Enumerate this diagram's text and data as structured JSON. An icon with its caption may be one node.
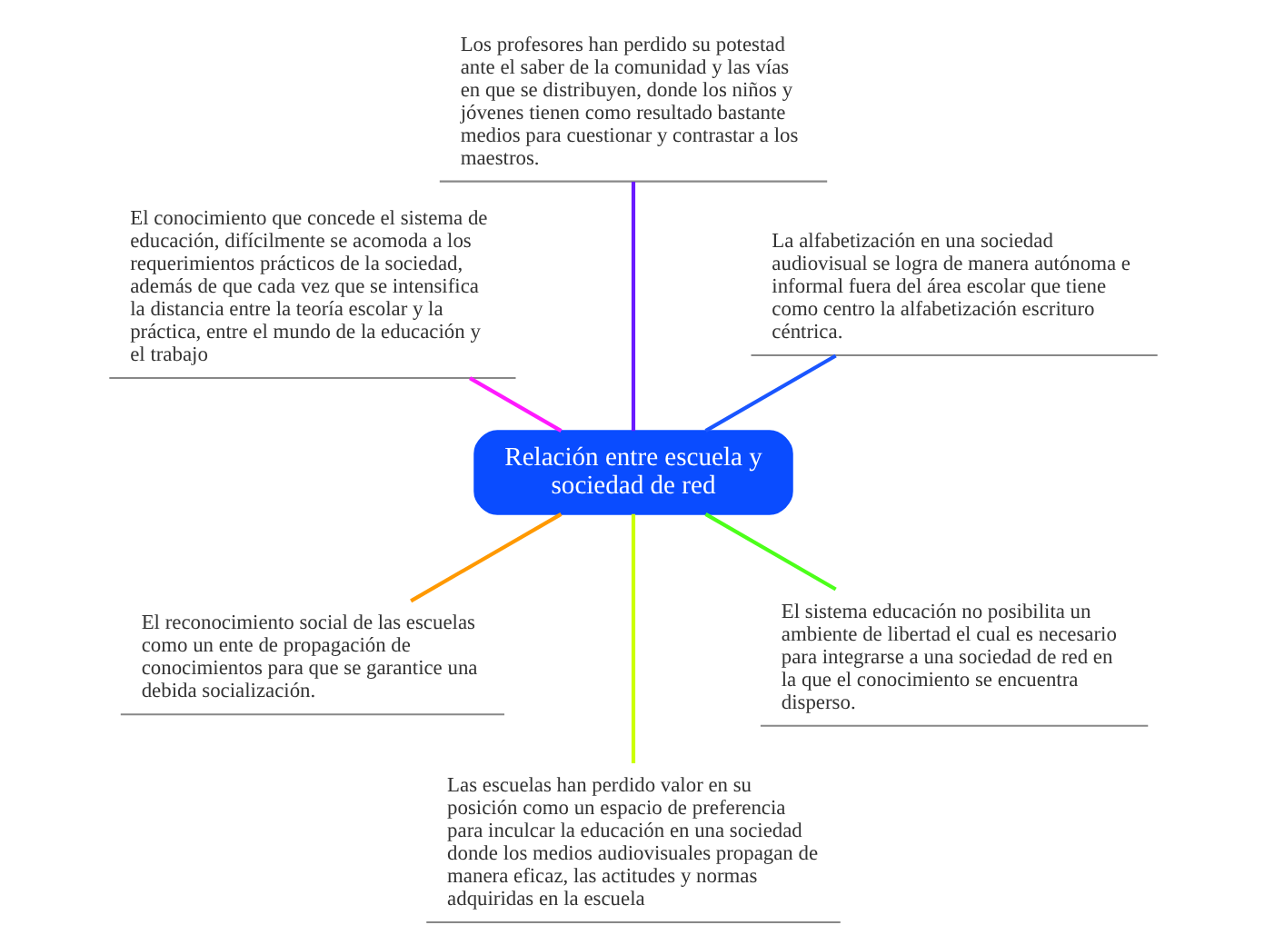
{
  "diagram": {
    "nodes": [
      {
        "text": [
          "Relación entre escuela y sociedad de red"
        ]
      },
      {
        "text": [
          "La alfabetización en una sociedad audiovisual se logra de manera autónoma e informal fuera del área escolar que tiene como centro la alfabetización escrituro céntrica."
        ]
      },
      {
        "text": [
          "Los profesores han perdido su potestad ante el saber de la comunidad y las vías en que se distribuyen, donde los niños y jóvenes tienen como resultado bastante medios para cuestionar y contrastar a los maestros."
        ]
      },
      {
        "text": [
          "El conocimiento que concede el sistema de educación, difícilmente se acomoda a los requerimientos prácticos de la sociedad, además de que cada vez que se intensifica la distancia entre la teoría escolar y la práctica, entre el mundo de la educación y el trabajo"
        ]
      },
      {
        "text": [
          "El reconocimiento social de las escuelas como un ente de propagación de conocimientos para que se garantice una debida socialización."
        ]
      },
      {
        "text": [
          "Las escuelas han perdido valor en su posición como un espacio de preferencia para inculcar la educación en una sociedad donde los medios audiovisuales propagan de manera eficaz, las actitudes y normas adquiridas en la escuela"
        ]
      },
      {
        "text": [
          "El sistema educación no posibilita un ambiente de libertad el cual es necesario para integrarse a una sociedad de red en la que el conocimiento se encuentra disperso."
        ]
      }
    ],
    "edges": [
      {
        "from": 0,
        "to": 1,
        "arrow": "none",
        "color": "#1a56ff"
      },
      {
        "from": 0,
        "to": 2,
        "arrow": "none",
        "color": "#6a1aff"
      },
      {
        "from": 0,
        "to": 3,
        "arrow": "none",
        "color": "#ff1aff"
      },
      {
        "from": 0,
        "to": 4,
        "arrow": "none",
        "color": "#ff9900"
      },
      {
        "from": 0,
        "to": 5,
        "arrow": "none",
        "color": "#ccff00"
      },
      {
        "from": 0,
        "to": 6,
        "arrow": "none",
        "color": "#4cff1a"
      }
    ]
  }
}
